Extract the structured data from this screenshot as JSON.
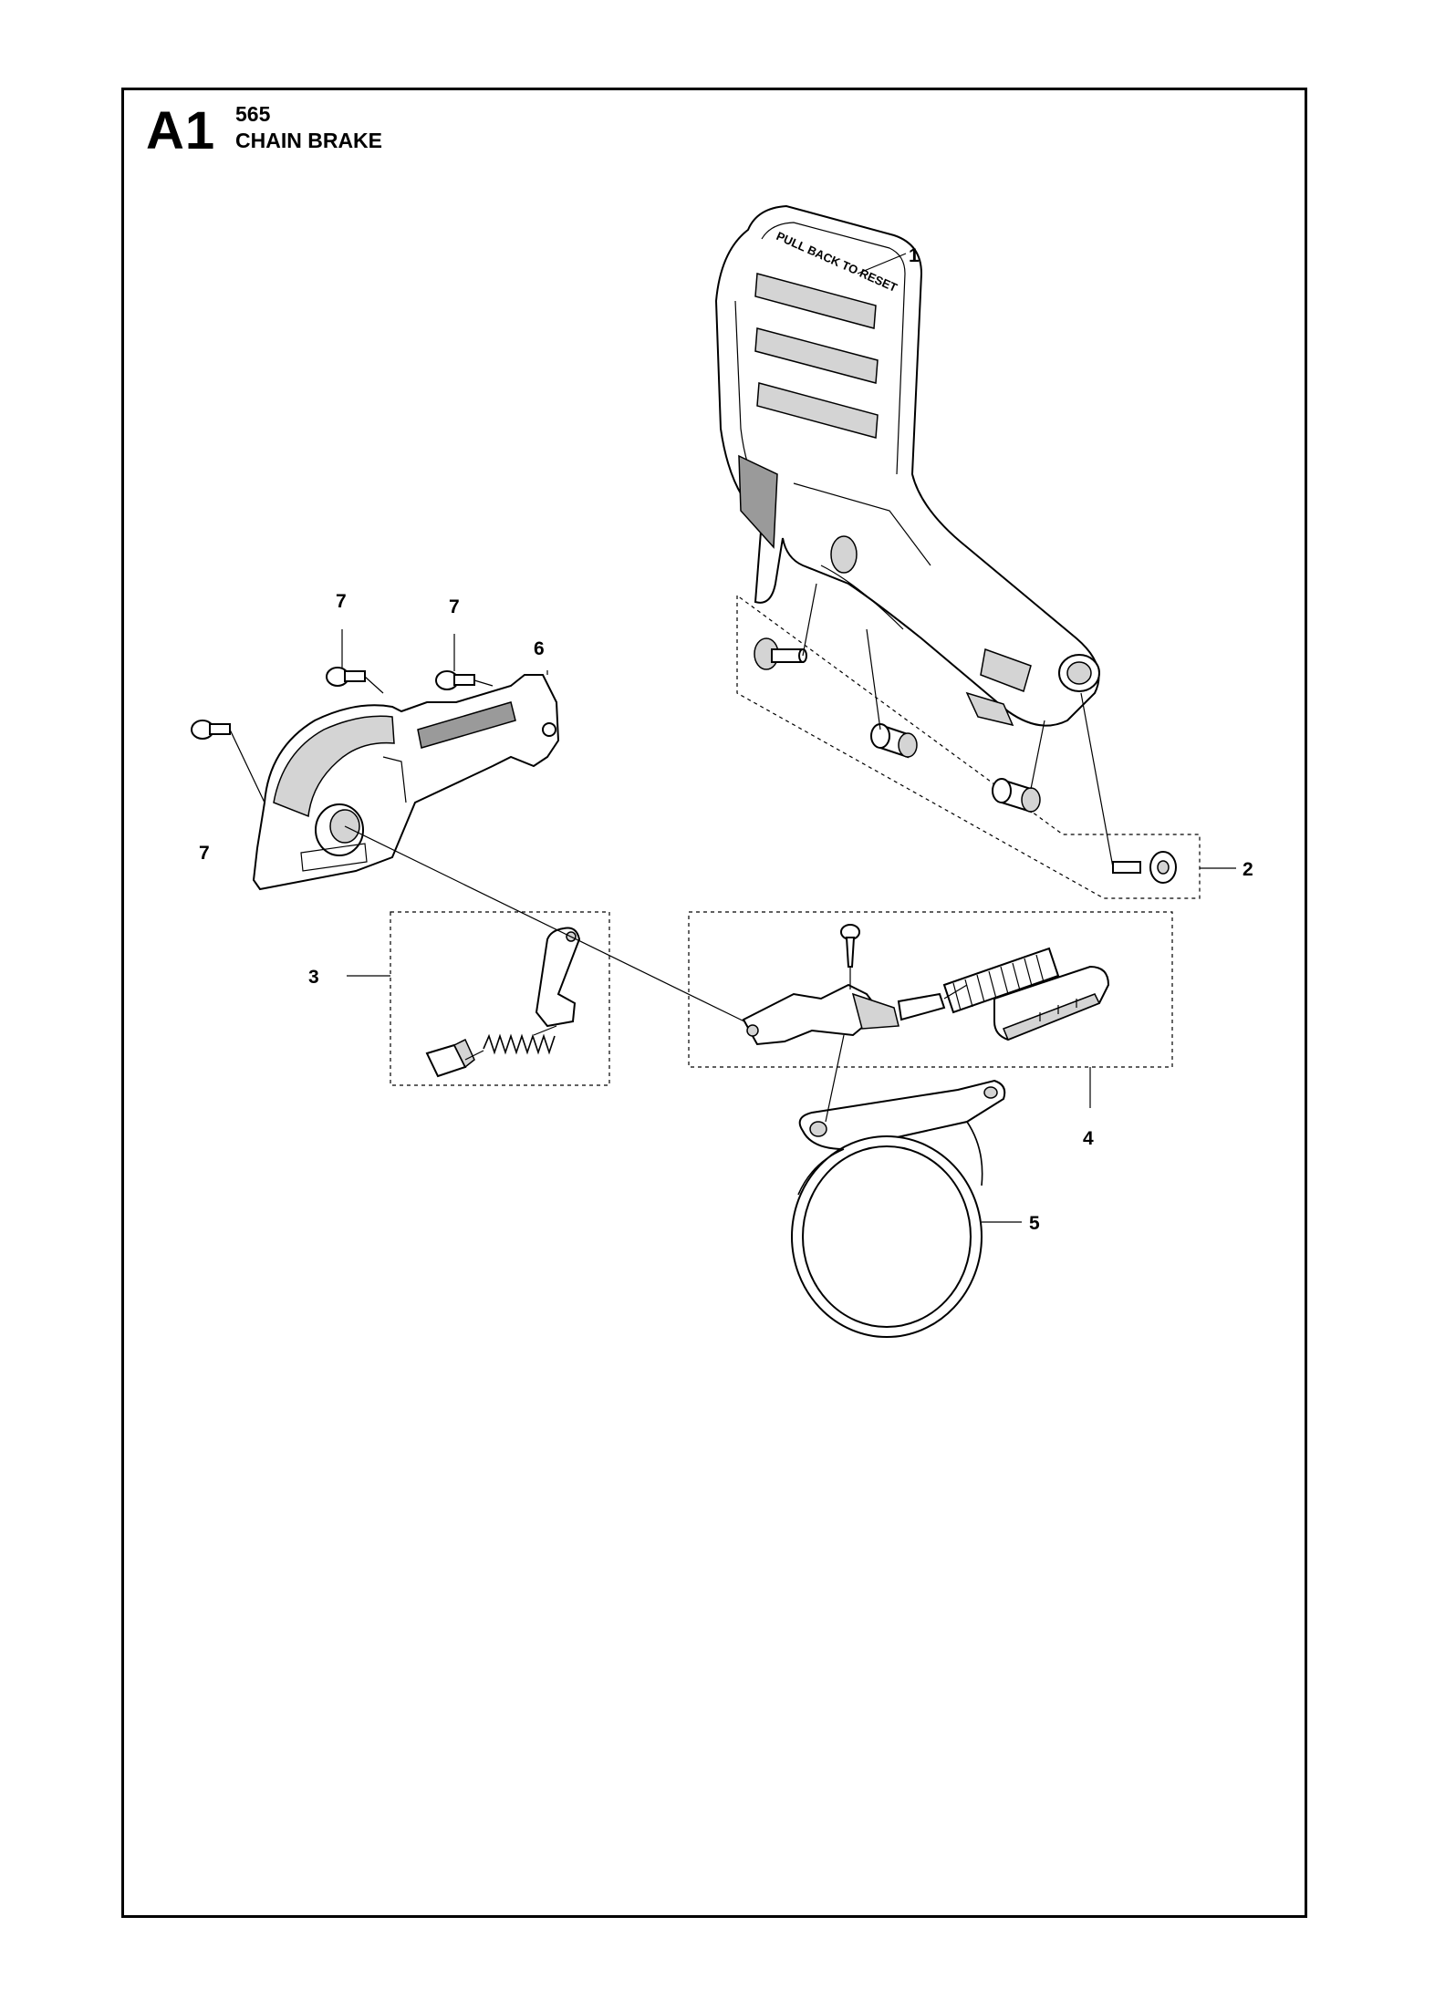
{
  "header": {
    "section_code": "A1",
    "model": "565",
    "title": "CHAIN BRAKE"
  },
  "embossed_text": "PULL BACK TO RESET",
  "callouts": [
    {
      "id": "callout-1",
      "label": "1"
    },
    {
      "id": "callout-2",
      "label": "2"
    },
    {
      "id": "callout-3",
      "label": "3"
    },
    {
      "id": "callout-4",
      "label": "4"
    },
    {
      "id": "callout-5",
      "label": "5"
    },
    {
      "id": "callout-6",
      "label": "6"
    },
    {
      "id": "callout-7a",
      "label": "7"
    },
    {
      "id": "callout-7b",
      "label": "7"
    },
    {
      "id": "callout-7c",
      "label": "7"
    }
  ]
}
